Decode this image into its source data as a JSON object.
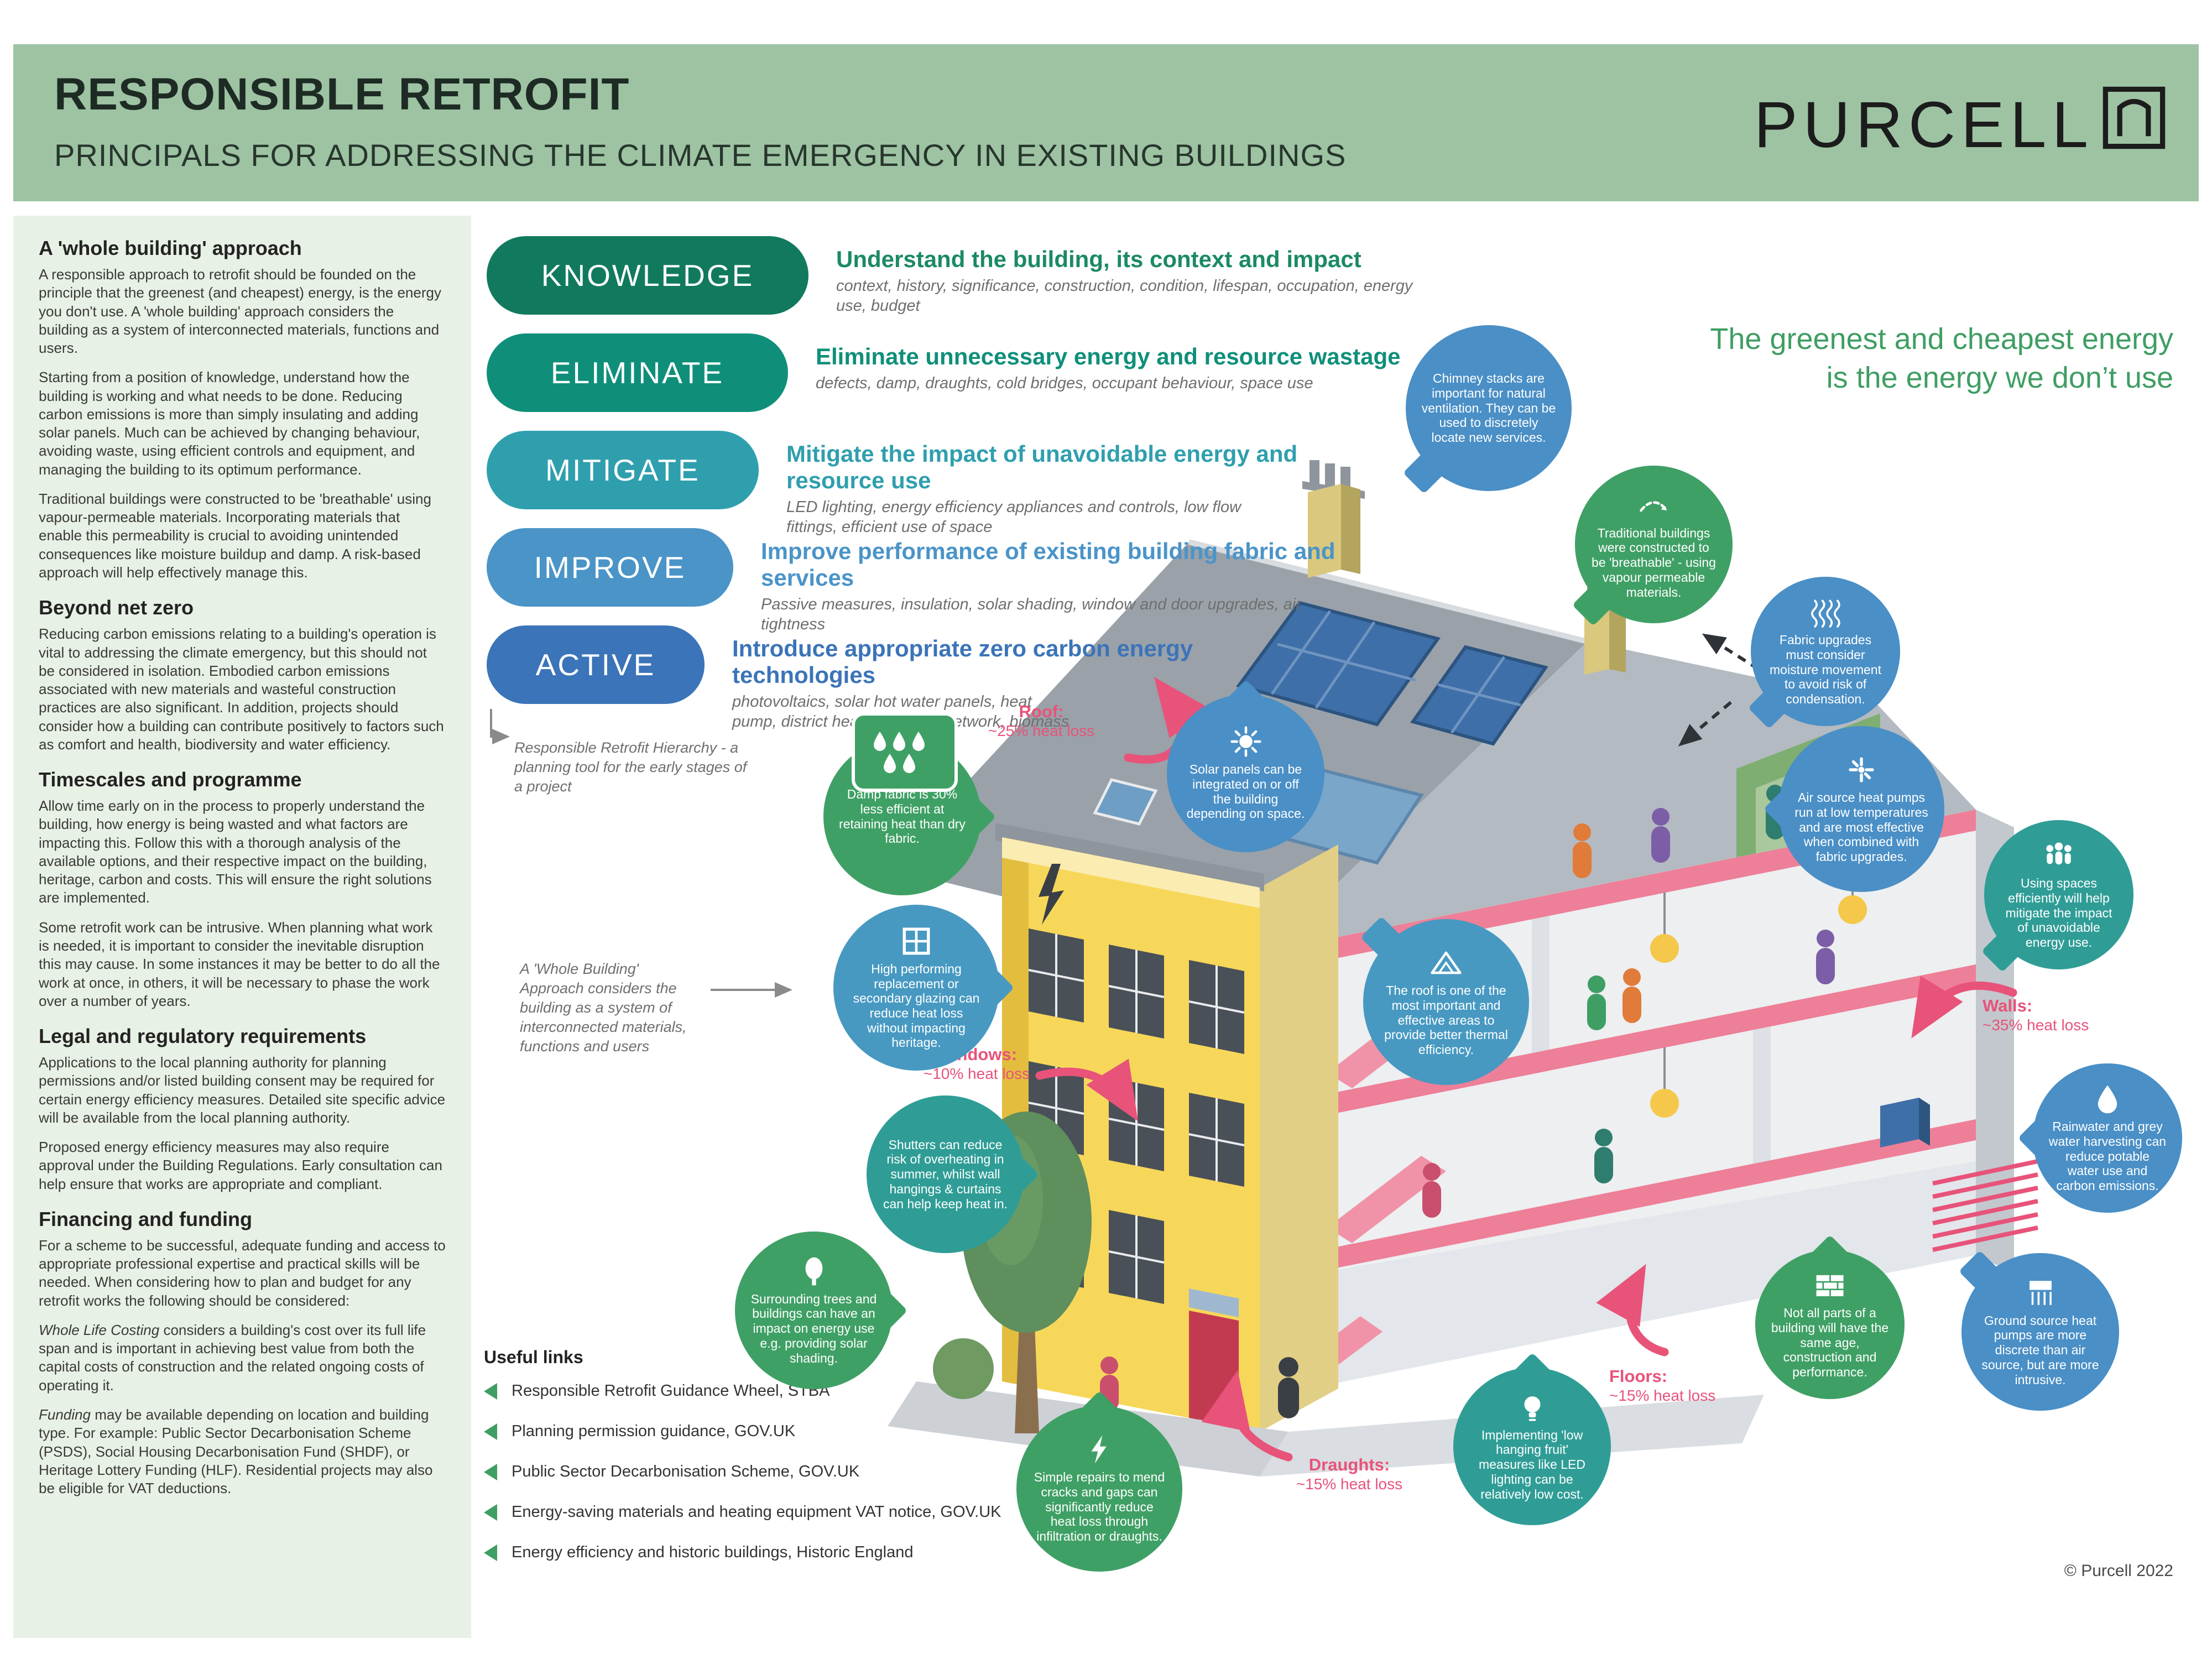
{
  "header": {
    "title": "RESPONSIBLE RETROFIT",
    "subtitle": "PRINCIPALS FOR ADDRESSING THE CLIMATE EMERGENCY IN EXISTING BUILDINGS",
    "brand": "PURCELL"
  },
  "tagline": {
    "line1": "The greenest and cheapest energy",
    "line2": "is the energy we don’t use"
  },
  "sidebar": {
    "sections": [
      {
        "heading": "A 'whole building' approach",
        "paragraphs": [
          "A responsible approach to retrofit should be founded on the principle that the greenest (and cheapest) energy, is the energy you don't use. A 'whole building' approach considers the building as a system of interconnected materials, functions and users.",
          "Starting from a position of knowledge, understand how the building is working and what needs to be done. Reducing carbon emissions is more than simply insulating and adding solar panels. Much can be achieved by changing behaviour, avoiding waste, using efficient controls and equipment, and managing the building to its optimum performance.",
          "Traditional buildings were constructed to be 'breathable' using vapour-permeable materials. Incorporating materials that enable this permeability is crucial to avoiding unintended consequences like moisture buildup and damp. A risk-based approach will help effectively manage this."
        ]
      },
      {
        "heading": "Beyond net zero",
        "paragraphs": [
          "Reducing carbon emissions relating to a building's operation is vital to addressing the climate emergency, but this should not be considered in isolation. Embodied carbon emissions associated with new materials and wasteful construction practices are also significant. In addition, projects should consider how a building can contribute positively to factors such as comfort and health, biodiversity and water efficiency."
        ]
      },
      {
        "heading": "Timescales and programme",
        "paragraphs": [
          "Allow time early on in the process to properly understand the building, how energy is being wasted and what factors are impacting this. Follow this with a thorough analysis of the available options, and their respective impact on the building, heritage, carbon and costs. This will ensure the right solutions are implemented.",
          "Some retrofit work can be intrusive. When planning what work is needed, it is important to consider the inevitable disruption this may cause. In some instances it may be better to do all the work at once, in others, it will be necessary to phase the work over a number of years."
        ]
      },
      {
        "heading": "Legal and regulatory requirements",
        "paragraphs": [
          "Applications to the local planning authority for planning permissions and/or listed building consent may be required for certain energy efficiency measures. Detailed site specific advice will be available from the local planning authority.",
          "Proposed energy efficiency measures may also require approval under the Building Regulations. Early consultation can help ensure that works are appropriate and compliant."
        ]
      },
      {
        "heading": "Financing and funding",
        "paragraphs": [
          "For a scheme to be successful, adequate funding and access to appropriate professional expertise and practical skills will be needed. When considering how to plan and budget for any retrofit works the following should be considered:"
        ],
        "lead_paragraphs": [
          {
            "lead": "Whole Life Costing",
            "rest": " considers a building's cost over its full life span and is important in achieving best value from both the capital costs of construction and the related ongoing costs of operating it."
          },
          {
            "lead": "Funding",
            "rest": " may be available depending on location and building type. For example: Public Sector Decarbonisation Scheme (PSDS), Social Housing Decarbonisation Fund (SHDF), or Heritage Lottery Funding (HLF). Residential projects may also be eligible for VAT deductions."
          }
        ]
      }
    ]
  },
  "hierarchy": {
    "hierarchy_note": "Responsible Retrofit Hierarchy - a planning tool for the early stages of a project",
    "whole_building_note": "A 'Whole Building' Approach considers the building as a system of interconnected materials, functions and users",
    "steps": [
      {
        "label": "KNOWLEDGE",
        "color": "#117a5e",
        "title": "Understand the building, its context and impact",
        "detail": "context, history, significance, construction, condition, lifespan, occupation, energy use, budget"
      },
      {
        "label": "ELIMINATE",
        "color": "#0f8f7a",
        "title": "Eliminate unnecessary energy and resource wastage",
        "detail": "defects, damp, draughts, cold bridges, occupant behaviour, space use"
      },
      {
        "label": "MITIGATE",
        "color": "#2f9fae",
        "title": "Mitigate the impact of unavoidable energy and resource use",
        "detail": "LED lighting, energy efficiency appliances and controls, low flow fittings, efficient use of space"
      },
      {
        "label": "IMPROVE",
        "color": "#4a94c8",
        "title": "Improve performance of existing building fabric and services",
        "detail": "Passive measures, insulation, solar shading, window and door upgrades, air tightness"
      },
      {
        "label": "ACTIVE",
        "color": "#3b74b8",
        "title": "Introduce appropriate zero carbon energy technologies",
        "detail": "photovoltaics, solar hot water panels, heat pump, district heating/cooling network, biomass"
      }
    ]
  },
  "callouts": [
    {
      "id": "chimney",
      "icon": "",
      "text": "Chimney stacks are important for natural ventilation. They can be used to discretely locate new services."
    },
    {
      "id": "breathable",
      "icon": "breathe-icon",
      "text": "Traditional buildings were constructed to be 'breathable' - using vapour permeable materials."
    },
    {
      "id": "fabric-upgrades",
      "icon": "moisture-coils-icon",
      "text": "Fabric upgrades must consider moisture movement to avoid risk of condensation."
    },
    {
      "id": "air-source",
      "icon": "fan-icon",
      "text": "Air source heat pumps run at low temperatures and are most effective when combined with fabric upgrades."
    },
    {
      "id": "solar-panels",
      "icon": "sun-icon",
      "text": "Solar panels can be integrated on or off the building depending on space."
    },
    {
      "id": "damp-fabric",
      "icon": "damp-drops-icon",
      "text": "Damp fabric is 30% less efficient at retaining heat than dry fabric."
    },
    {
      "id": "glazing",
      "icon": "window-icon",
      "text": "High performing replacement or secondary glazing can reduce heat loss without impacting heritage."
    },
    {
      "id": "roof-thermal",
      "icon": "roof-truss-icon",
      "text": "The roof is one of the most important and effective areas to provide better thermal efficiency."
    },
    {
      "id": "shutters",
      "icon": "",
      "text": "Shutters can reduce risk of overheating in summer, whilst wall hangings & curtains can help keep heat in."
    },
    {
      "id": "trees",
      "icon": "tree-icon",
      "text": "Surrounding trees and buildings can have an impact on energy use e.g. providing solar shading."
    },
    {
      "id": "repairs",
      "icon": "lightning-icon",
      "text": "Simple repairs to mend cracks and gaps can significantly reduce heat loss through infiltration or draughts."
    },
    {
      "id": "led",
      "icon": "bulb-icon",
      "text": "Implementing 'low hanging fruit' measures like LED lighting can be relatively low cost."
    },
    {
      "id": "building-parts",
      "icon": "brick-icon",
      "text": "Not all parts of a building will have the same age, construction and performance."
    },
    {
      "id": "ground-source",
      "icon": "ground-loop-icon",
      "text": "Ground source heat pumps are more discrete than air source, but are more intrusive."
    },
    {
      "id": "rainwater",
      "icon": "droplet-icon",
      "text": "Rainwater and grey water harvesting can reduce potable water use and carbon emissions."
    },
    {
      "id": "spaces",
      "icon": "people-icon",
      "text": "Using spaces efficiently will help mitigate the impact of unavoidable energy use."
    }
  ],
  "heat_loss": [
    {
      "label": "Roof:",
      "value": "~25% heat loss"
    },
    {
      "label": "Windows:",
      "value": "~10% heat loss"
    },
    {
      "label": "Walls:",
      "value": "~35% heat loss"
    },
    {
      "label": "Floors:",
      "value": "~15% heat loss"
    },
    {
      "label": "Draughts:",
      "value": "~15% heat loss"
    }
  ],
  "useful_links": {
    "heading": "Useful links",
    "items": [
      "Responsible Retrofit Guidance Wheel, STBA",
      "Planning permission guidance, GOV.UK",
      "Public Sector Decarbonisation Scheme, GOV.UK",
      "Energy-saving materials and heating equipment VAT notice, GOV.UK",
      "Energy efficiency and historic buildings, Historic England"
    ]
  },
  "footer": {
    "copyright": "© Purcell 2022"
  },
  "colors": {
    "header_bg": "#9dc3a3",
    "sidebar_bg": "#e8f1e5",
    "accent_green": "#3f9e63",
    "heat_pink": "#e8537a",
    "callout_blue": "#4a8fc6",
    "callout_green": "#3fa065",
    "callout_teal": "#2f9d96",
    "callout_steel": "#4799c2",
    "facade_yellow": "#f7d75a"
  }
}
